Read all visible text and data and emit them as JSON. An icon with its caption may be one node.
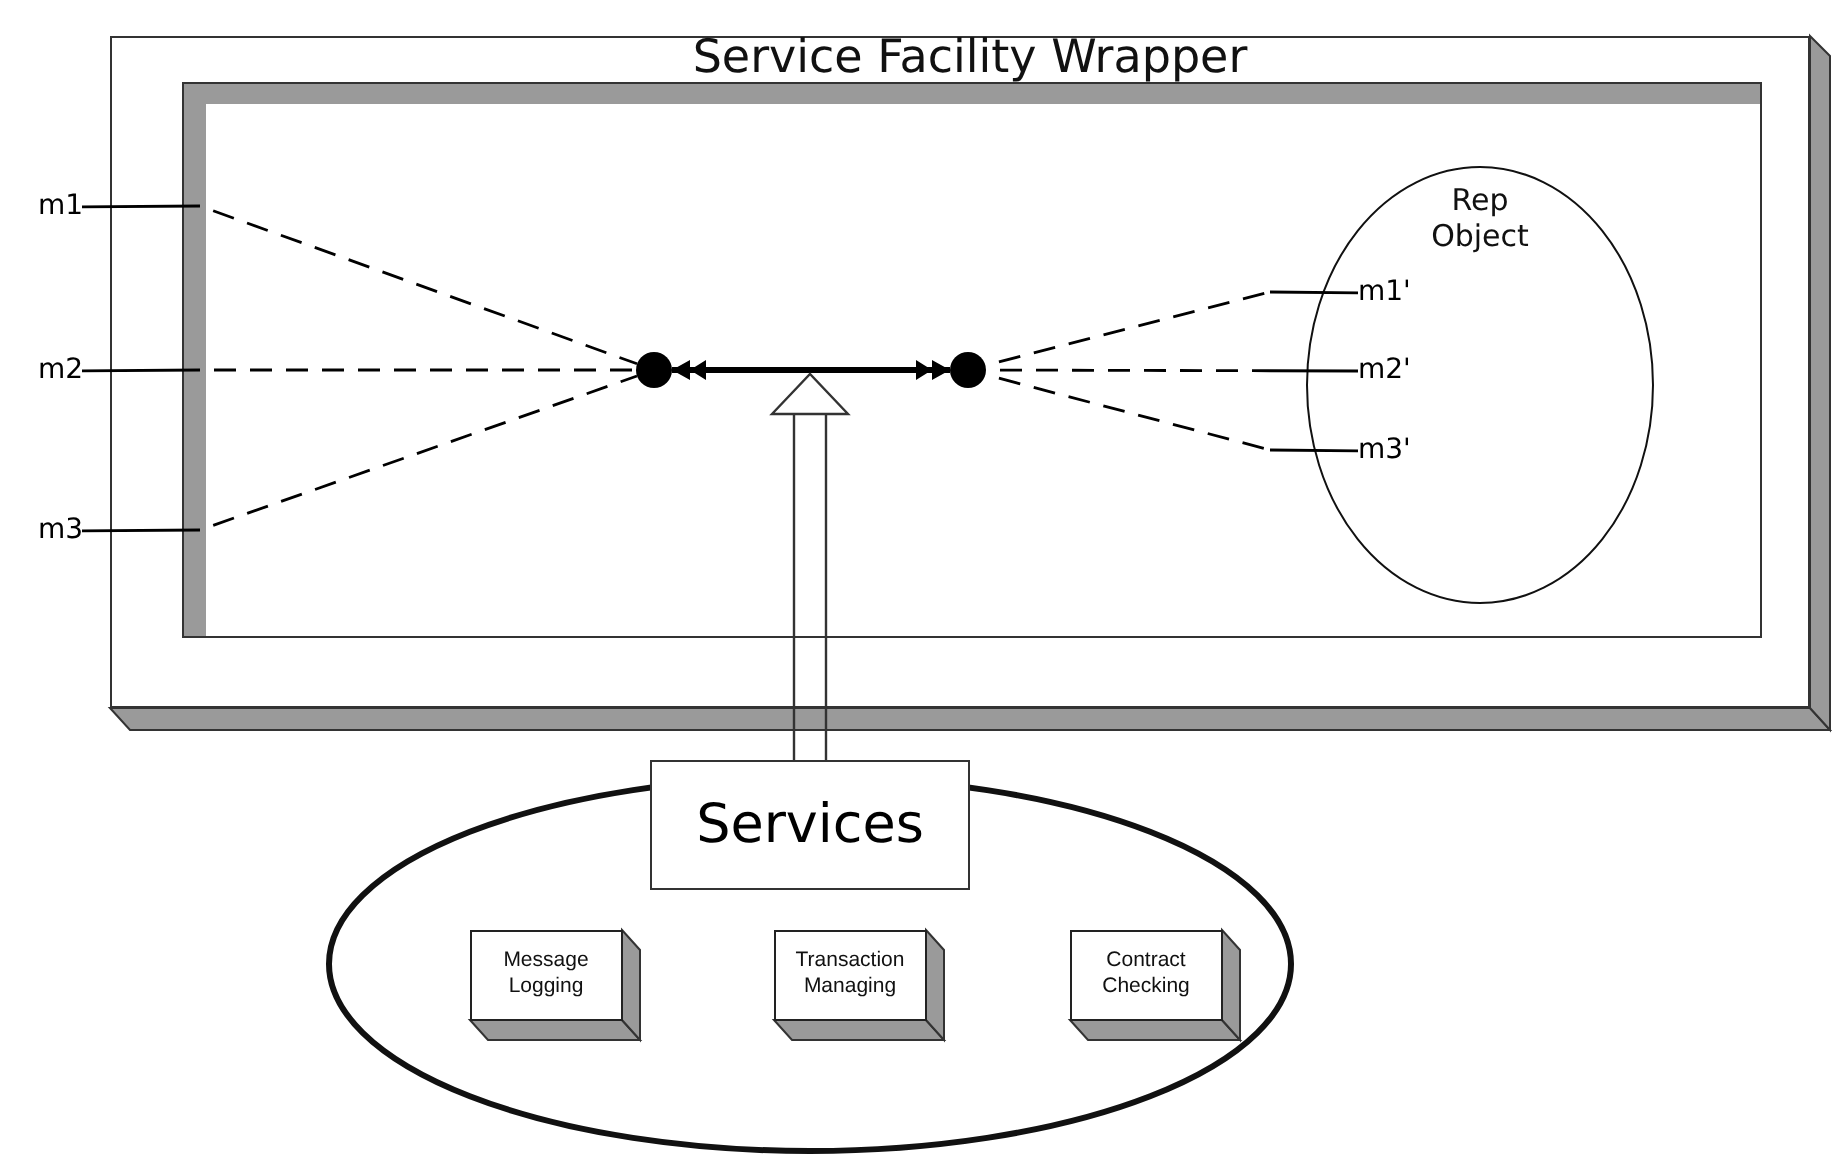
{
  "diagram": {
    "nodes": [
      {
        "text": [
          "Service Facility Wrapper"
        ]
      },
      {
        "text": [],
        "shape": "box",
        "in": 0
      },
      {
        "text": [
          "m1"
        ]
      },
      {
        "text": [
          "m2"
        ]
      },
      {
        "text": [
          "m3"
        ]
      },
      {
        "text": [],
        "shape": "circle",
        "in": 1
      },
      {
        "text": [],
        "shape": "circle",
        "in": 1
      },
      {
        "text": [
          "Rep Object"
        ],
        "in": 1
      },
      {
        "text": [
          "m1'"
        ],
        "in": 7
      },
      {
        "text": [
          "m2'"
        ],
        "in": 7
      },
      {
        "text": [
          "m3'"
        ],
        "in": 7
      },
      {
        "text": [],
        "shape": "ellipse"
      },
      {
        "text": [
          "Services"
        ]
      },
      {
        "text": [
          "Message Logging"
        ],
        "in": 11
      },
      {
        "text": [
          "Transaction Managing"
        ],
        "in": 11
      },
      {
        "text": [
          "Contract Checking"
        ],
        "in": 11
      }
    ],
    "edges": [
      {
        "from": 2,
        "to": 5,
        "arrow": "none",
        "style": "dashed"
      },
      {
        "from": 3,
        "to": 5,
        "arrow": "none",
        "style": "dashed"
      },
      {
        "from": 4,
        "to": 5,
        "arrow": "none",
        "style": "dashed"
      },
      {
        "from": 5,
        "to": 6,
        "arrow": "both",
        "style": "thick"
      },
      {
        "from": 6,
        "to": 8,
        "arrow": "none",
        "style": "dashed"
      },
      {
        "from": 6,
        "to": 9,
        "arrow": "none",
        "style": "dashed"
      },
      {
        "from": 6,
        "to": 10,
        "arrow": "none",
        "style": "dashed"
      },
      {
        "from": 12,
        "to": null,
        "arrow": "to"
      }
    ]
  }
}
